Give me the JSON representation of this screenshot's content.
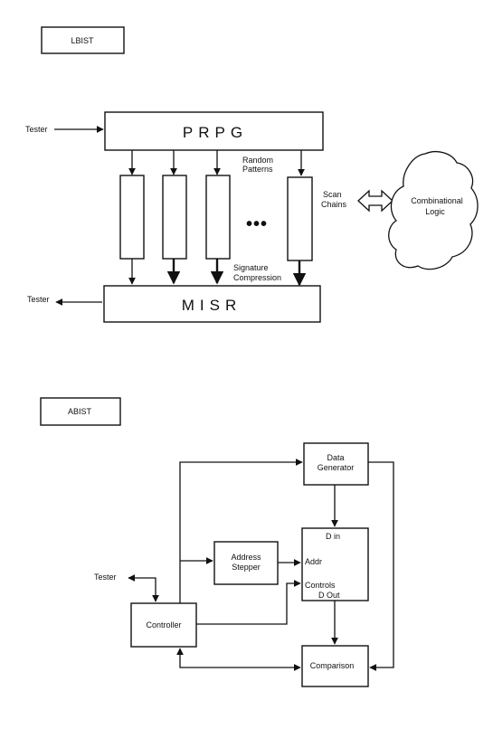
{
  "lbist": {
    "tag": "LBIST",
    "tester_in": "Tester",
    "prpg": "PRPG",
    "random_patterns_1": "Random",
    "random_patterns_2": "Patterns",
    "ellipsis": "•••",
    "scan_chains_1": "Scan",
    "scan_chains_2": "Chains",
    "comb_logic_1": "Combinational",
    "comb_logic_2": "Logic",
    "signature_1": "Signature",
    "signature_2": "Compression",
    "misr": "MISR",
    "tester_out": "Tester"
  },
  "abist": {
    "tag": "ABIST",
    "data_generator_1": "Data",
    "data_generator_2": "Generator",
    "din": "D in",
    "addr": "Addr",
    "controls": "Controls",
    "dout": "D Out",
    "address_stepper_1": "Address",
    "address_stepper_2": "Stepper",
    "tester": "Tester",
    "controller": "Controller",
    "comparison": "Comparison"
  },
  "colors": {
    "ink": "#111111",
    "paper": "#ffffff"
  }
}
